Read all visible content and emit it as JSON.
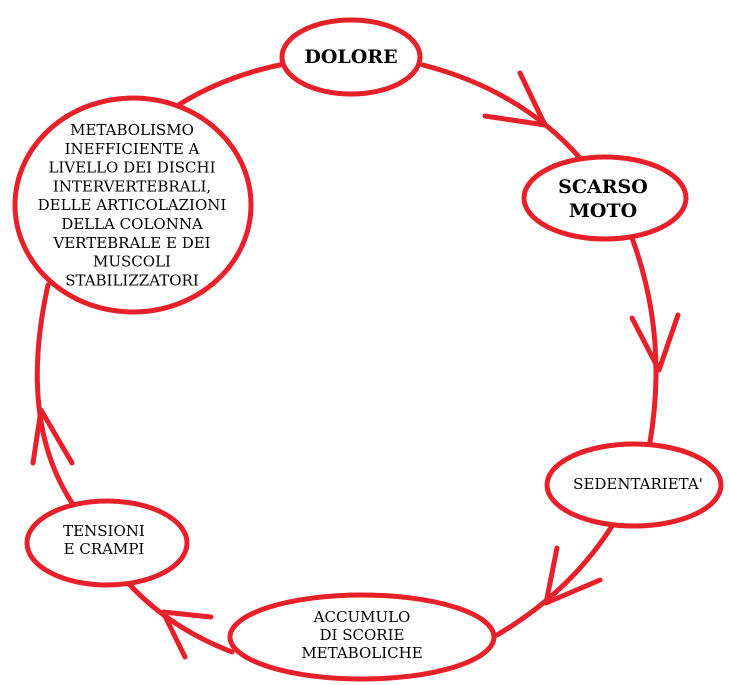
{
  "diagram": {
    "type": "cycle",
    "stroke_color": "#e8202a",
    "text_color": "#000000",
    "nodes": [
      {
        "id": "dolore",
        "lines": [
          "DOLORE"
        ]
      },
      {
        "id": "scarso-moto",
        "lines": [
          "SCARSO",
          "MOTO"
        ]
      },
      {
        "id": "sedentarieta",
        "lines": [
          "SEDENTARIETA'"
        ]
      },
      {
        "id": "accumulo",
        "lines": [
          "ACCUMULO",
          "DI SCORIE",
          "METABOLICHE"
        ]
      },
      {
        "id": "tensioni",
        "lines": [
          "TENSIONI",
          "E CRAMPI"
        ]
      },
      {
        "id": "metabolismo",
        "lines": [
          "METABOLISMO",
          "INEFFICIENTE A",
          "LIVELLO DEI DISCHI",
          "INTERVERTEBRALI,",
          "DELLE ARTICOLAZIONI",
          "DELLA COLONNA",
          "VERTEBRALE E DEI",
          "MUSCOLI",
          "STABILIZZATORI"
        ]
      }
    ],
    "edges": [
      {
        "from": "dolore",
        "to": "scarso-moto"
      },
      {
        "from": "scarso-moto",
        "to": "sedentarieta"
      },
      {
        "from": "sedentarieta",
        "to": "accumulo"
      },
      {
        "from": "accumulo",
        "to": "tensioni"
      },
      {
        "from": "tensioni",
        "to": "metabolismo"
      },
      {
        "from": "metabolismo",
        "to": "dolore"
      }
    ]
  }
}
